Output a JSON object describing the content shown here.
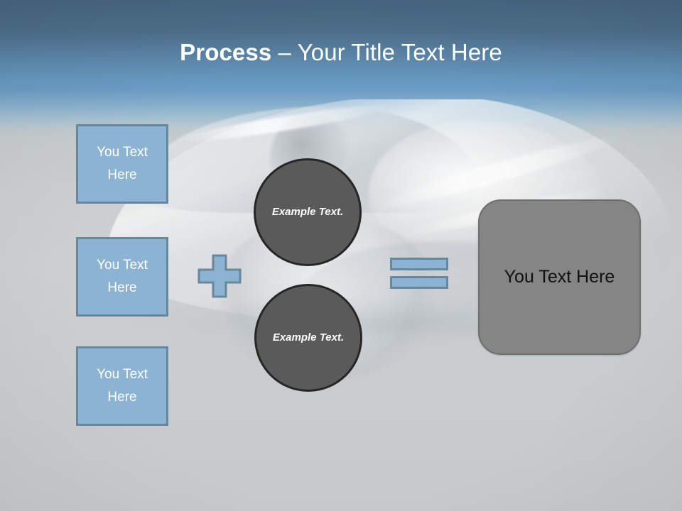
{
  "slide": {
    "title": {
      "bold_part": "Process",
      "rest_part": " – Your Title Text Here"
    },
    "background": {
      "top_color": "#466580",
      "mid_color": "#6b9cc4",
      "body_color": "#cbcdcf",
      "image_subject": "silver sports car"
    }
  },
  "inputs": {
    "boxes": [
      {
        "label": "You Text Here"
      },
      {
        "label": "You Text Here"
      },
      {
        "label": "You Text Here"
      }
    ],
    "fill_color": "#8cb4d2",
    "border_color": "#67879f",
    "text_color": "#ffffff"
  },
  "operators": {
    "plus": {
      "icon": "plus-icon",
      "fill_color": "#8cb4d2",
      "border_color": "#67879f"
    },
    "equals": {
      "icon": "equals-icon",
      "fill_color": "#8cb4d2",
      "border_color": "#67879f"
    }
  },
  "circles": {
    "items": [
      {
        "label": "Example Text."
      },
      {
        "label": "Example Text."
      }
    ],
    "fill_color": "#5a5a5a",
    "border_color": "#262626",
    "text_color": "#ffffff"
  },
  "result": {
    "label": "You Text Here",
    "fill_color": "#858585",
    "border_color": "#6e6e6e",
    "text_color": "#111111"
  }
}
